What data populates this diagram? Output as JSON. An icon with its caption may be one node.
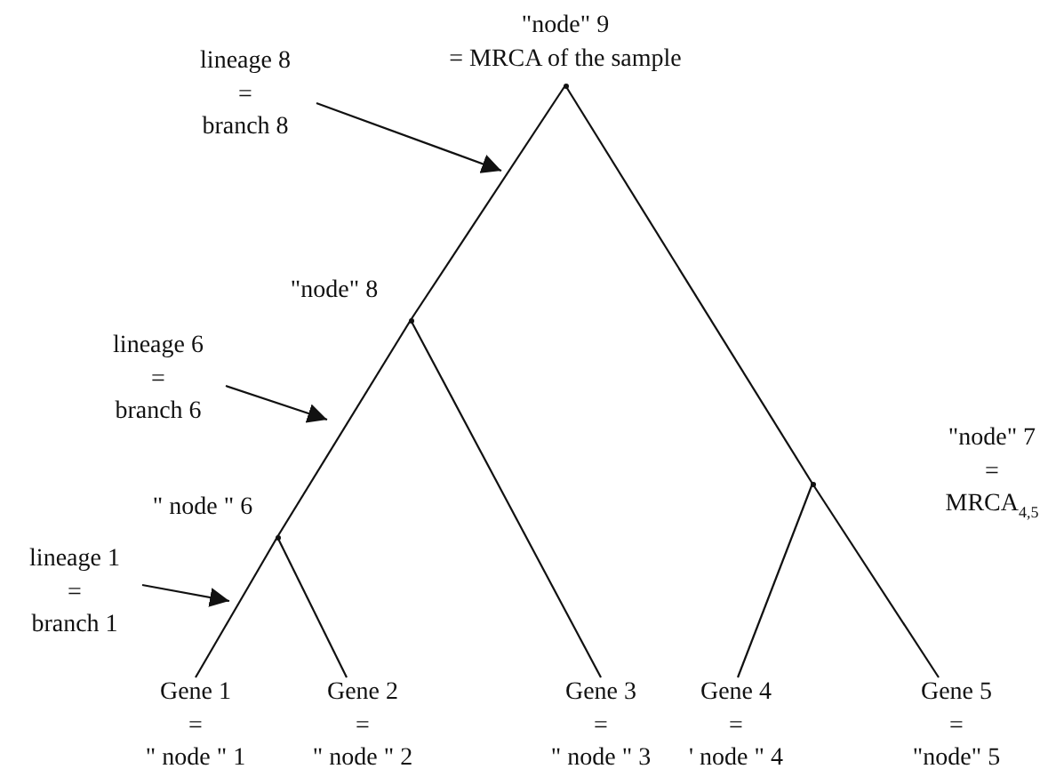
{
  "diagram": {
    "nodes": [
      {
        "text": [],
        "shape": "point",
        "beside": [
          "\"node\" 9",
          "= MRCA of the sample"
        ]
      },
      {
        "text": [
          "lineage 8 = branch 8"
        ]
      },
      {
        "text": [],
        "shape": "point",
        "beside": [
          "\"node\" 8"
        ]
      },
      {
        "text": [
          "lineage 6 = branch 6"
        ]
      },
      {
        "text": [],
        "shape": "point",
        "beside": [
          "\" node \" 6"
        ]
      },
      {
        "text": [],
        "shape": "point"
      },
      {
        "text": [
          "lineage 1 = branch 1"
        ]
      },
      {
        "text": [
          "Gene 1 = \" node \" 1"
        ]
      },
      {
        "text": [
          "Gene 2 = \" node \" 2"
        ]
      },
      {
        "text": [
          "Gene 3 = \" node \" 3"
        ]
      },
      {
        "text": [
          "Gene 4 = ' node \" 4"
        ]
      },
      {
        "text": [
          "Gene 5 = \"node\" 5"
        ]
      }
    ],
    "edges": [
      {
        "from": 0,
        "to": 2,
        "arrow": "none"
      },
      {
        "from": 2,
        "to": 4,
        "arrow": "none"
      },
      {
        "from": 4,
        "to": 7,
        "arrow": "none"
      },
      {
        "from": 4,
        "to": 8,
        "arrow": "none"
      },
      {
        "from": 2,
        "to": 9,
        "arrow": "none"
      },
      {
        "from": 0,
        "to": 5,
        "arrow": "none"
      },
      {
        "from": 5,
        "to": 10,
        "arrow": "none"
      },
      {
        "from": 5,
        "to": 11,
        "arrow": "none"
      },
      {
        "from": 1,
        "to": null,
        "arrow": "to"
      },
      {
        "from": 3,
        "to": null,
        "arrow": "to"
      },
      {
        "from": 6,
        "to": null,
        "arrow": "to"
      }
    ],
    "labels": [
      "\"node\" 7 = MRCA$_{4,5}$"
    ]
  }
}
